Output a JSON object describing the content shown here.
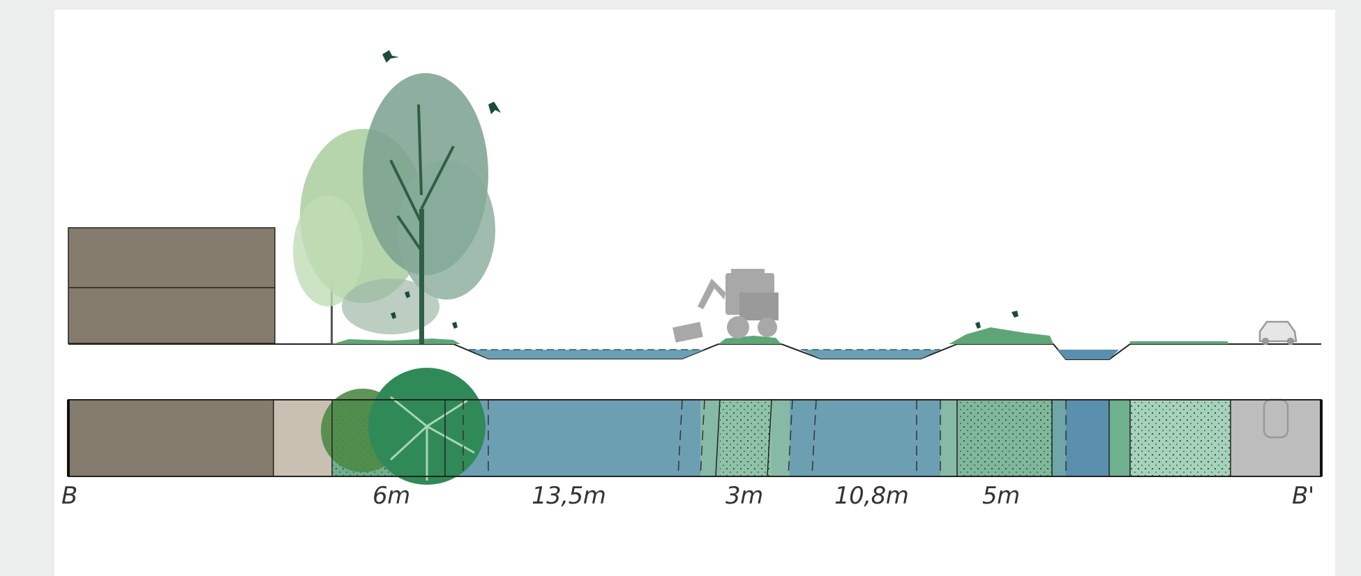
{
  "section": {
    "start_label": "B",
    "end_label": "B'",
    "widths": [
      "6m",
      "13,5m",
      "3m",
      "10,8m",
      "5m"
    ]
  },
  "colors": {
    "building": "#857c6d",
    "pavement": "#c9c0b2",
    "water": "#6d9fb2",
    "water_deep": "#5a8fad",
    "grass_light": "#8fc3a7",
    "grass_mid": "#6fb08f",
    "tree_dark": "#2f7a4f",
    "road": "#bdbdbd",
    "bird": "#1d4a3a"
  },
  "icons": [
    "bird-icon",
    "tree-icon",
    "mowing-machine-icon",
    "car-icon"
  ]
}
